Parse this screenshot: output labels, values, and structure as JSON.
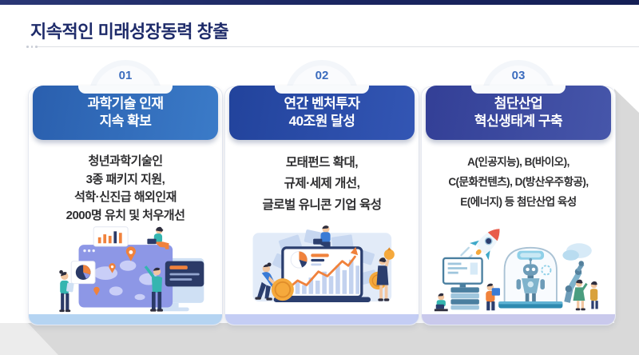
{
  "slide": {
    "title": "지속적인 미래성장동력 창출",
    "topbar_color": "#1a2560",
    "title_color": "#1e2b6a",
    "shadow_color": "#d9d9d9"
  },
  "columns": [
    {
      "number": "01",
      "header_lines": [
        "과학기술 인재",
        "지속 확보"
      ],
      "body_lines": [
        "청년과학기술인",
        "3종 패키지 지원,",
        "석학·신진급 해외인재",
        "2000명 유치 및 처우개선"
      ],
      "illustration": "team-analyzing-global-talent-dashboard",
      "header_color": "#3273c2",
      "strip_color": "#b5d4f2"
    },
    {
      "number": "02",
      "header_lines": [
        "연간 벤처투자",
        "40조원 달성"
      ],
      "body_lines": [
        "모태펀드 확대,",
        "규제·세제 개선,",
        "글로벌 유니콘 기업 육성"
      ],
      "illustration": "investment-growth-chart-with-coins",
      "header_color": "#2c4fa8",
      "strip_color": "#c4cdf4"
    },
    {
      "number": "03",
      "header_lines": [
        "첨단산업",
        "혁신생태계 구축"
      ],
      "body_lines": [
        "A(인공지능), B(바이오),",
        "C(문화컨텐츠), D(방산우주항공),",
        "E(에너지) 등 첨단산업 육성"
      ],
      "illustration": "robot-incubator-rocket-and-engineers",
      "header_color": "#3d50a0",
      "strip_color": "#c9c9ec"
    }
  ]
}
